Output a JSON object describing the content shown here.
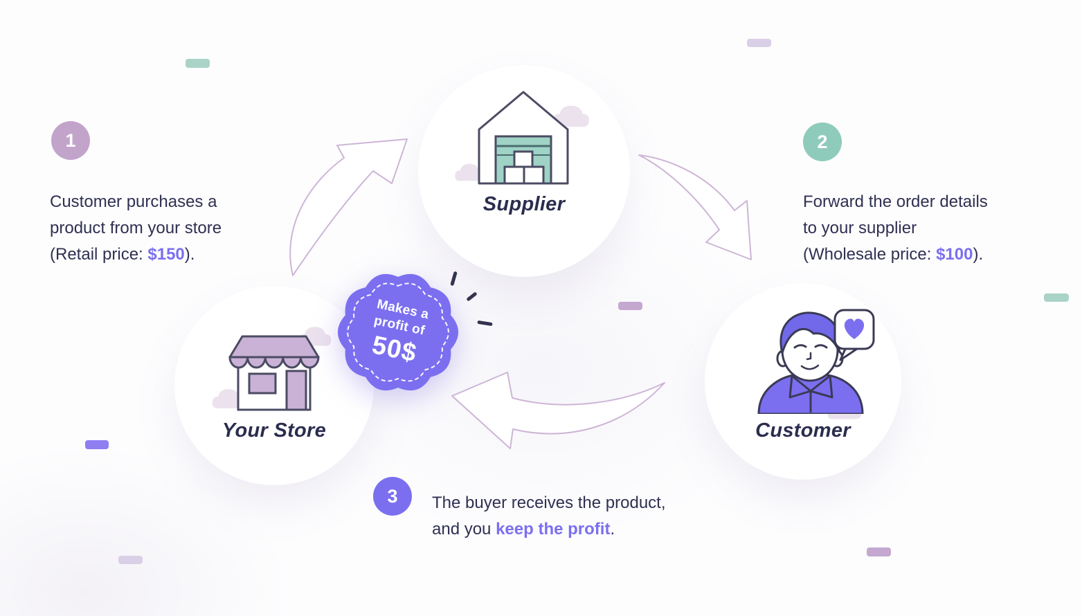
{
  "palette": {
    "accent_purple": "#7b6ff0",
    "text_dark": "#2f3051",
    "arrow_outline": "#cdb5d6",
    "step1_badge": "#c2a4cb",
    "step2_badge": "#8fcbba",
    "step3_badge": "#7b6ff0",
    "warehouse_teal": "#9ed3c5",
    "store_mauve": "#c9b2d6",
    "pill_teal": "#a9d3c7",
    "pill_lavender": "#d9cfe6",
    "pill_mauve": "#c4a8d0",
    "pill_purple": "#8f7df2"
  },
  "steps": [
    {
      "number": "1",
      "pre": "Customer purchases a\nproduct from your store\n(Retail price: ",
      "accent": "$150",
      "post": ")."
    },
    {
      "number": "2",
      "pre": "Forward the order details\nto your supplier\n(Wholesale price: ",
      "accent": "$100",
      "post": ")."
    },
    {
      "number": "3",
      "pre": "The buyer receives the product,\nand you ",
      "accent": "keep the profit",
      "post": "."
    }
  ],
  "nodes": {
    "supplier": {
      "label": "Supplier"
    },
    "store": {
      "label": "Your Store"
    },
    "customer": {
      "label": "Customer"
    }
  },
  "profit_badge": {
    "line1": "Makes a",
    "line2": "profit of",
    "amount": "50$"
  }
}
